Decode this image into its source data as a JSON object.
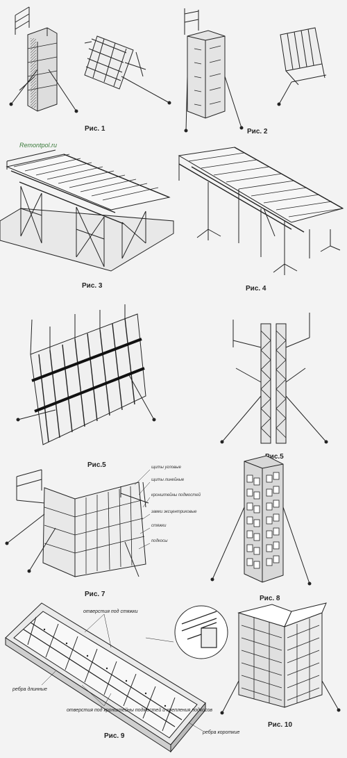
{
  "watermark": "Remontpol.ru",
  "figures": {
    "fig1": "Рис. 1",
    "fig2": "Рис. 2",
    "fig3": "Рис. 3",
    "fig4": "Рис. 4",
    "fig5a": "Рис.5",
    "fig5b": "Рис.5",
    "fig7": "Рис. 7",
    "fig8": "Рис. 8",
    "fig9": "Рис. 9",
    "fig10": "Рис. 10"
  },
  "fig7_labels": {
    "l1": "щиты угловые",
    "l2": "щиты линейные",
    "l3": "кронштейны подмостей",
    "l4": "замки эксцентриковые",
    "l5": "стяжки",
    "l6": "подкосы"
  },
  "fig9_labels": {
    "holes_ties": "отверстия под стяжки",
    "ribs_long": "ребра длинные",
    "holes_brackets": "отверстия под кронштейны подмостей и крепления подкосов",
    "ribs_short": "ребра короткие"
  }
}
